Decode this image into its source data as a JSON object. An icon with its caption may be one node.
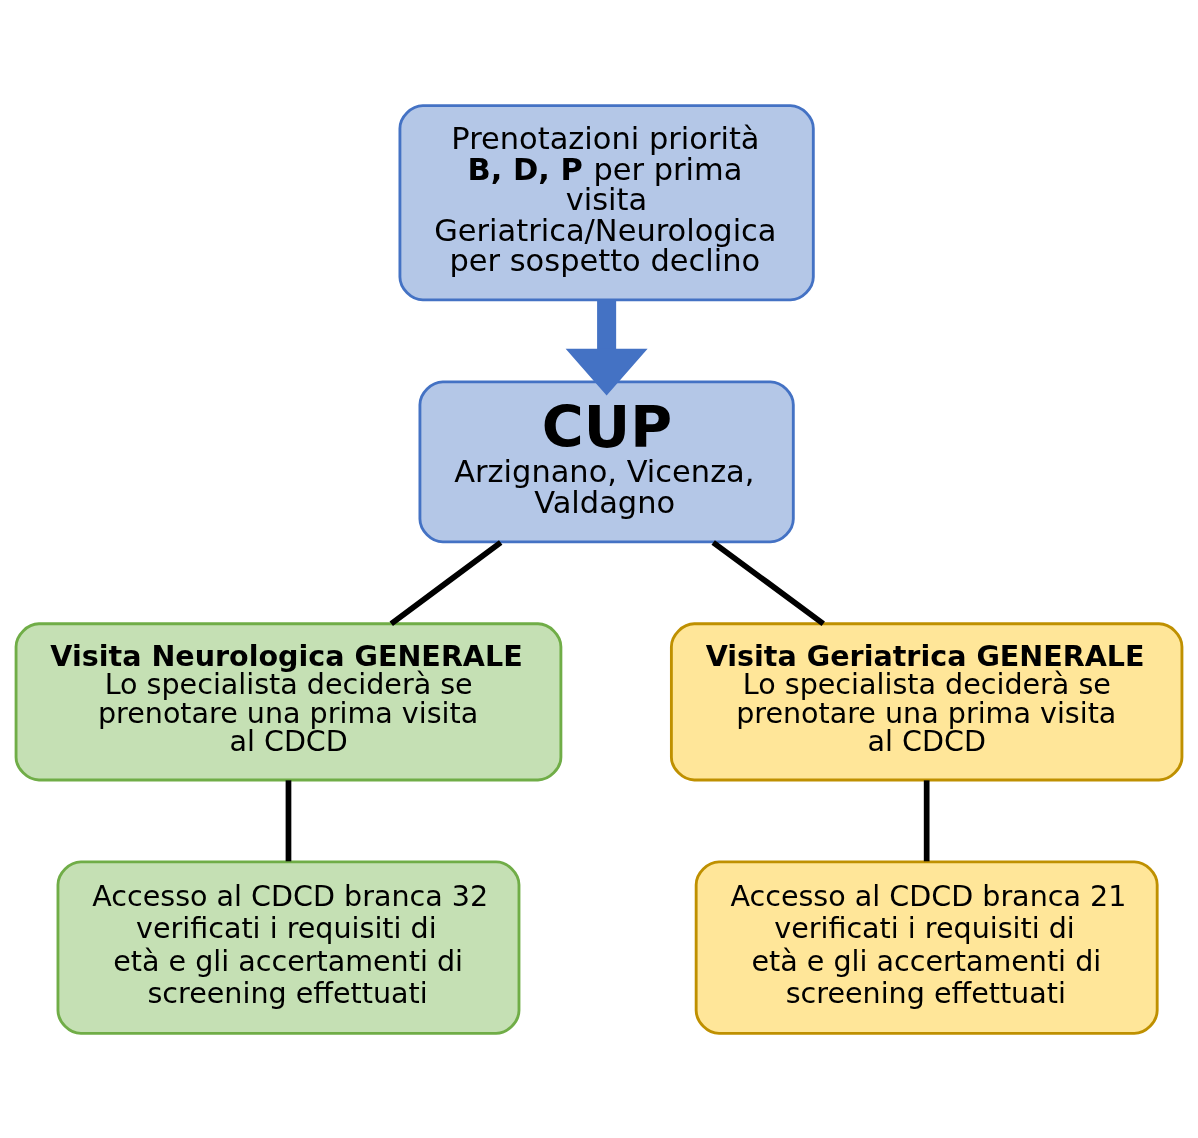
{
  "diagram": {
    "nodes": [
      {
        "text": [
          "Prenotazioni priorità **B, D, P** per prima visita Geriatrica/Neurologica per sospetto declino"
        ]
      },
      {
        "text": [
          "CUP",
          "Arzignano, Vicenza, Valdagno"
        ]
      },
      {
        "text": [
          "Visita Neurologica GENERALE",
          "Lo specialista deciderà se prenotare una prima visita al CDCD"
        ]
      },
      {
        "text": [
          "Visita Geriatrica GENERALE",
          "Lo specialista deciderà se prenotare una prima visita al CDCD"
        ]
      },
      {
        "text": [
          "Accesso al CDCD branca 32 verificati i requisiti di età e gli accertamenti di screening effettuati"
        ]
      },
      {
        "text": [
          "Accesso al CDCD branca 21 verificati i requisiti di età e gli accertamenti di screening effettuati"
        ]
      }
    ],
    "edges": [
      {
        "from": 0,
        "to": 1,
        "arrow": "to",
        "style": "thick",
        "color": "#4472c4"
      },
      {
        "from": 1,
        "to": 2,
        "arrow": "none"
      },
      {
        "from": 1,
        "to": 3,
        "arrow": "none"
      },
      {
        "from": 2,
        "to": 4,
        "arrow": "none"
      },
      {
        "from": 3,
        "to": 5,
        "arrow": "none"
      }
    ]
  }
}
